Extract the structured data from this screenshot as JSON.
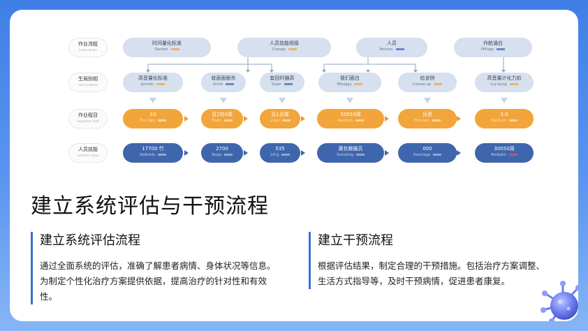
{
  "slide": {
    "title": "建立系统评估与干预流程",
    "left": {
      "heading": "建立系统评估流程",
      "body": "通过全面系统的评估，准确了解患者病情、身体状况等信息。为制定个性化治疗方案提供依据，提高治疗的针对性和有效性。"
    },
    "right": {
      "heading": "建立干预流程",
      "body": "根据评估结果，制定合理的干预措施。包括治疗方案调整、生活方式指导等，及时干预病情，促进患者康复。"
    }
  },
  "flowchart": {
    "row_labels": [
      {
        "title": "作业流程",
        "sub": "Lorem ipsum"
      },
      {
        "title": "生局别相",
        "sub": "Low vocations"
      },
      {
        "title": "作业程目",
        "sub": "Separation shift"
      },
      {
        "title": "人员技能",
        "sub": "unit Item yams"
      }
    ],
    "row1": [
      {
        "title": "时间量化标准",
        "sub": "Samem"
      },
      {
        "title": "人员技能规级",
        "sub": "Changp"
      },
      {
        "title": "人员",
        "sub": "Peccion"
      },
      {
        "title": "作航诵白",
        "sub": "Pfillago"
      }
    ],
    "row2": [
      {
        "title": "高音量化标准",
        "sub": "Joinnen"
      },
      {
        "title": "就面面剧杀",
        "sub": "Smhe"
      },
      {
        "title": "套回时器高",
        "sub": "Sayer"
      },
      {
        "title": "我们面白",
        "sub": "Mikaggy"
      },
      {
        "title": "给该例",
        "sub": "Coosse up"
      },
      {
        "title": "高音量计化力前",
        "sub": "Lny bung"
      }
    ],
    "row3": [
      {
        "title": "10",
        "sub": "Thin fam"
      },
      {
        "title": "百2柱0周",
        "sub": "Thern"
      },
      {
        "title": "百1丑周",
        "sub": "Linos"
      },
      {
        "title": "50010周",
        "sub": "Pandium"
      },
      {
        "title": "兄芭",
        "sub": "Thin fam"
      },
      {
        "title": "3.0",
        "sub": "Pandium"
      }
    ],
    "row4": [
      {
        "title": "17700 竹",
        "sub": "Sedkolds"
      },
      {
        "title": "2700",
        "sub": "Taupe"
      },
      {
        "title": "535",
        "sub": "1/0.g"
      },
      {
        "title": "黄负额服员",
        "sub": "Sumoting"
      },
      {
        "title": "000",
        "sub": "Poachage"
      },
      {
        "title": "30050周",
        "sub": "Perdiakn"
      }
    ]
  },
  "colors": {
    "accent_blue": "#3f66ac",
    "accent_orange": "#f2a53b",
    "pale_node": "#d6e0ee",
    "border_accent": "#3b6fd8"
  },
  "icons": [
    "virus-icon"
  ]
}
